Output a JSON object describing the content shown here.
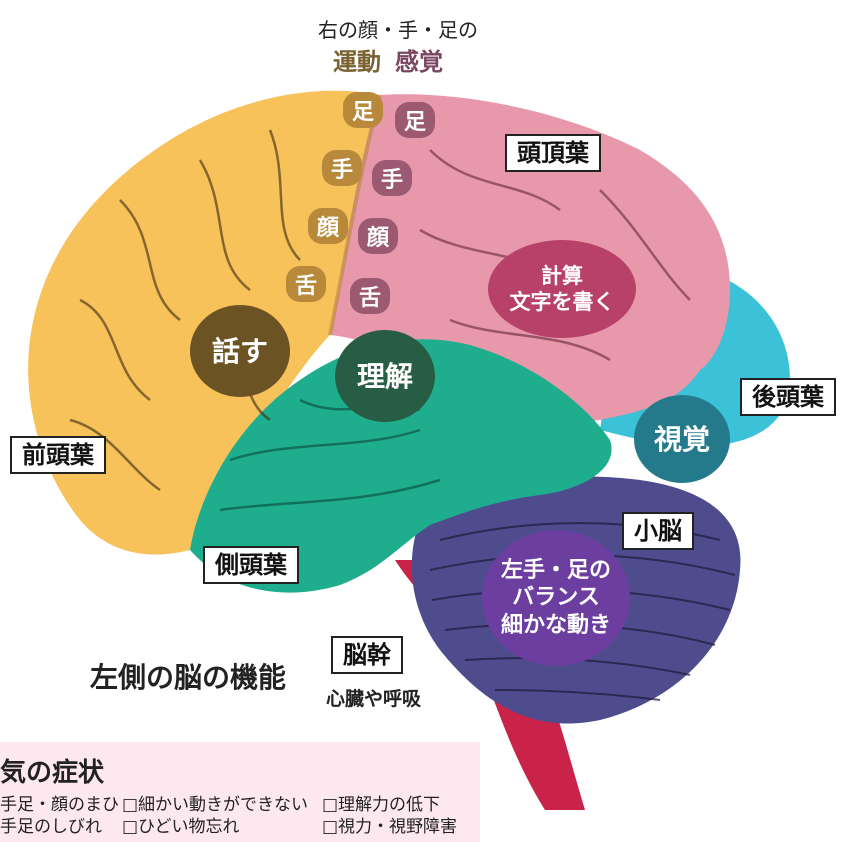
{
  "top_caption": {
    "line1": "右の顔・手・足の",
    "motor": "運動",
    "sensory": "感覚"
  },
  "lobes": {
    "frontal": "前頭葉",
    "parietal": "頭頂葉",
    "temporal": "側頭葉",
    "occipital": "後頭葉",
    "cerebellum": "小脳",
    "brainstem": "脳幹"
  },
  "motor_tags": [
    "足",
    "手",
    "顔",
    "舌"
  ],
  "sensory_tags": [
    "足",
    "手",
    "顔",
    "舌"
  ],
  "functions": {
    "speech": "話す",
    "understanding": "理解",
    "calc_line1": "計算",
    "calc_line2": "文字を書く",
    "vision": "視覚",
    "balance_line1": "左手・足の",
    "balance_line2": "バランス",
    "balance_line3": "細かな動き",
    "brainstem_func": "心臓や呼吸"
  },
  "diagram_title": "左側の脳の機能",
  "symptoms": {
    "title": "気の症状",
    "row1": [
      "手足・顔のまひ",
      "□細かい動きができない",
      "□理解力の低下"
    ],
    "row2": [
      "手足のしびれ",
      "□ひどい物忘れ",
      "□視力・視野障害"
    ]
  },
  "colors": {
    "frontal": "#f7c25a",
    "parietal": "#e898ab",
    "temporal": "#1fae8d",
    "occipital": "#3bc2d8",
    "cerebellum": "#4f4c8e",
    "brainstem": "#c9234a",
    "motor_accent": "#7a6230",
    "sensory_accent": "#7a4560"
  }
}
